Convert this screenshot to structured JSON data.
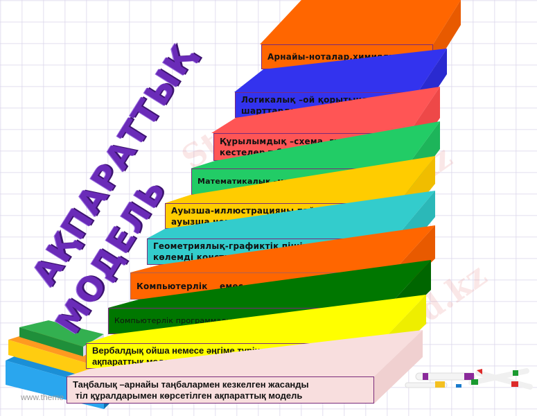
{
  "title": {
    "line1": "АҚПАРАТТЫҚ",
    "line2": "МОДЕЛЬ",
    "color": "#6a2bb8"
  },
  "levels": [
    {
      "id": "special",
      "lines": [
        "Арнайы-ноталар,химиялық"
      ],
      "color": "#ff6600",
      "side": "#e85a00"
    },
    {
      "id": "logical",
      "lines": [
        "Логикалық –ой қорытындысы,",
        "шарттарды талдау"
      ],
      "color": "#3333ee",
      "side": "#2a2ad0"
    },
    {
      "id": "structural",
      "lines": [
        "Құрылымдық –схема, графиктер,",
        "кестелер т.б"
      ],
      "color": "#ff5555",
      "side": "#ee4848"
    },
    {
      "id": "mathematical",
      "lines": [
        "Математикалық –математикалық формулалар"
      ],
      "color": "#22cc66",
      "side": "#1db55a"
    },
    {
      "id": "oral",
      "lines": [
        "Ауызша-иллюстрацияны пайдаланып",
        "ауызша немесе жазбаша сипаттау"
      ],
      "color": "#ffcc00",
      "side": "#f0bd00"
    },
    {
      "id": "geometric",
      "lines": [
        "Геометриялық-графиктік пішіндер мен",
        "көлемді конструкциялар"
      ],
      "color": "#33cccc",
      "side": "#2bb8b8"
    },
    {
      "id": "non-computer",
      "lines": [
        "Компьютерлік    емес"
      ],
      "color": "#ff6600",
      "side": "#e85a00"
    },
    {
      "id": "computer",
      "lines": [
        "Компьютерлік программалық орта арқылы іске асатын"
      ],
      "color": "#007700",
      "side": "#006600"
    },
    {
      "id": "verbal",
      "lines": [
        "Вербалдық ойша немесе әңгіме түрінде жасалған",
        "ақпараттық модель"
      ],
      "color": "#ffff00",
      "side": "#eeee00"
    },
    {
      "id": "symbolic",
      "lines": [
        "Таңбалық –арнайы таңбалармен кезкелген жасанды",
        " тіл құралдарымен көрсетілген ақпараттық модель"
      ],
      "color": "#f8dede",
      "side": "#f0d0d0"
    }
  ],
  "watermark": "Stud.kz",
  "footer": {
    "url": "www.theme"
  }
}
